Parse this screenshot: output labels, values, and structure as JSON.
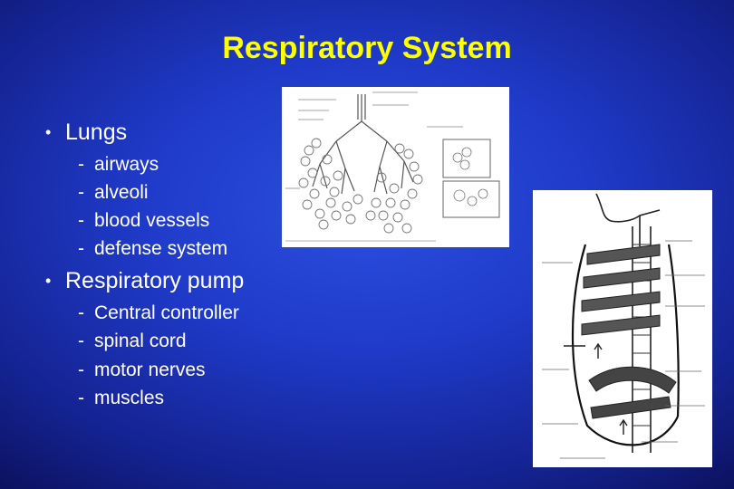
{
  "slide": {
    "title": "Respiratory System",
    "bullets": [
      {
        "label": "Lungs",
        "items": [
          "airways",
          "alveoli",
          "blood vessels",
          "defense system"
        ]
      },
      {
        "label": "Respiratory pump",
        "items": [
          "Central controller",
          "spinal cord",
          "motor nerves",
          "muscles"
        ]
      }
    ]
  },
  "colors": {
    "title": "#ffff00",
    "text": "#ffffff",
    "background": "#1f3ac8"
  },
  "icons": {
    "bullet": "bullet-dot-icon",
    "dash": "dash-icon"
  }
}
